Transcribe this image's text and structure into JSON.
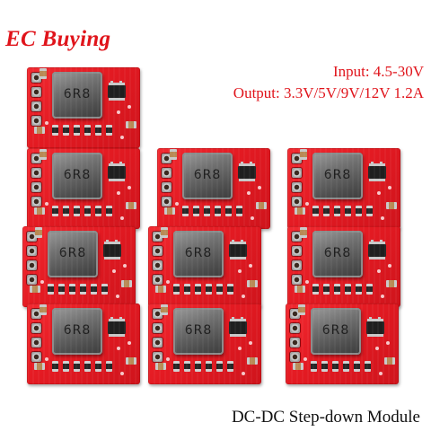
{
  "brand": {
    "name": "EC Buying"
  },
  "specs": {
    "input": "Input: 4.5-30V",
    "output": "Output: 3.3V/5V/9V/12V 1.2A"
  },
  "caption": "DC-DC Step-down Module",
  "product": {
    "module_count": 10,
    "inductor_marking": "6R8",
    "pcb_color": "#e31a22",
    "text_color": "#e0141b"
  }
}
